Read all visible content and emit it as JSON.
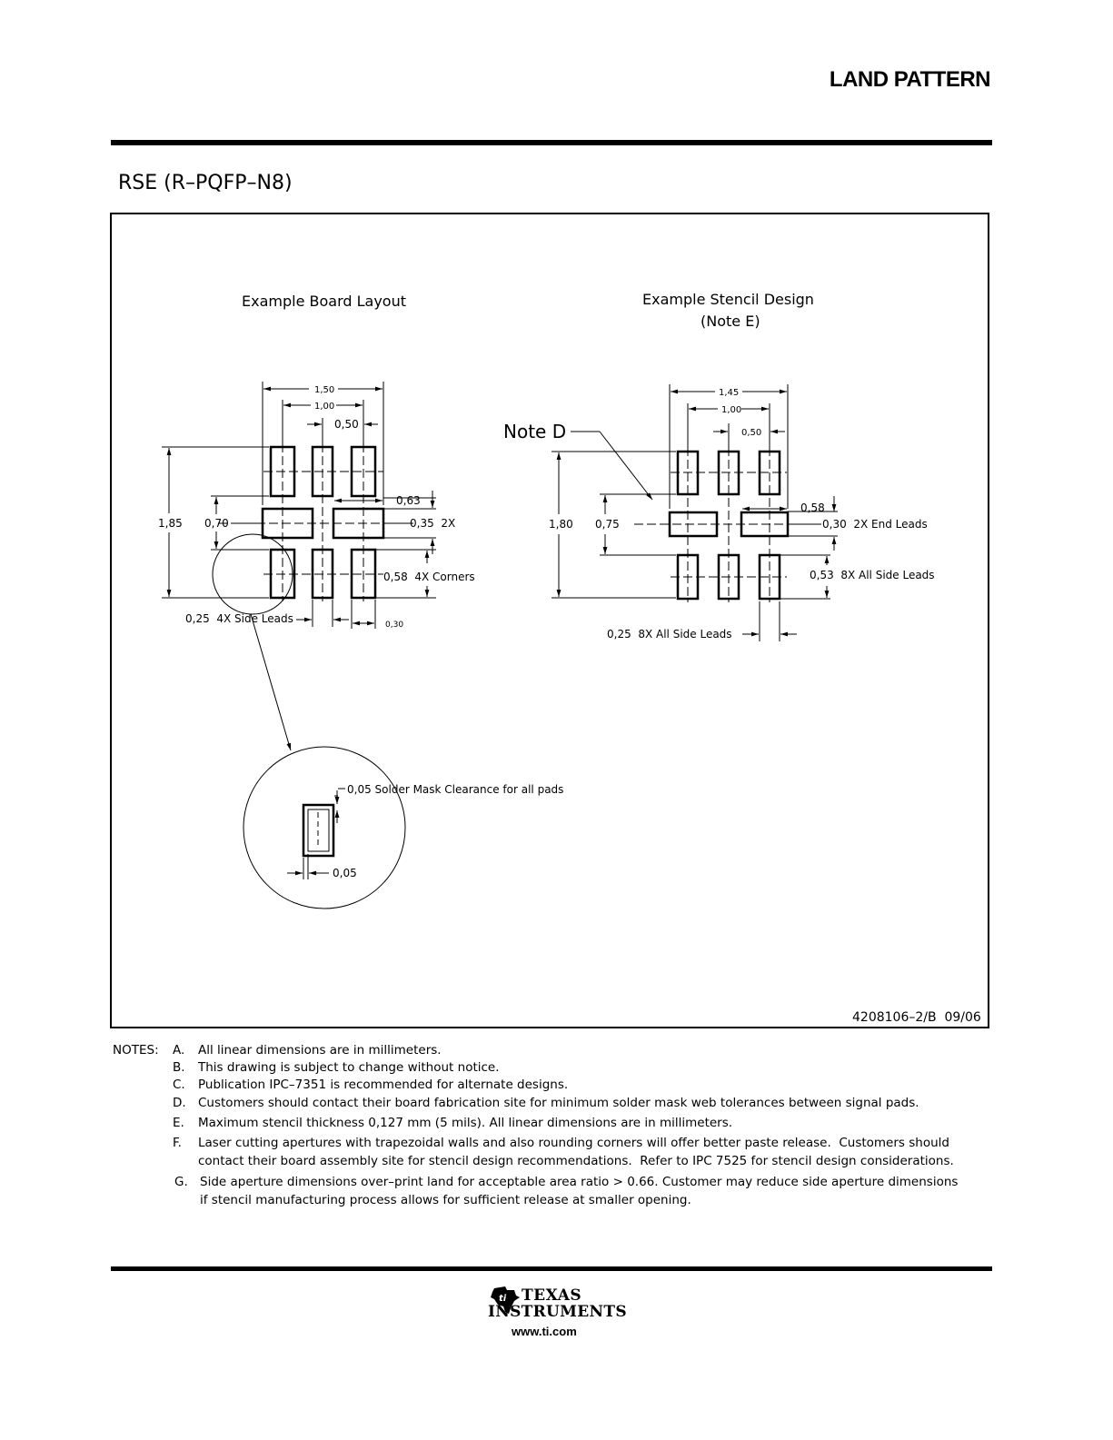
{
  "header": {
    "title": "LAND PATTERN"
  },
  "package": {
    "title": "RSE (R–PQFP–N8)"
  },
  "board_layout": {
    "title": "Example Board Layout",
    "dim_width_overall": "1,50",
    "dim_pitch_span": "1,00",
    "dim_pitch": "0,50",
    "dim_height_overall": "1,85",
    "dim_center_gap": "0,70",
    "dim_end_pad_length": "0,63",
    "dim_end_pad_width": "0,35  2X",
    "dim_corner_height": "0,58  4X Corners",
    "dim_side_lead_width": "0,25  4X Side Leads",
    "dim_pad_width": "0,30"
  },
  "detail": {
    "mask_clearance": "0,05 Solder Mask Clearance for all pads",
    "mask_clearance_h": "0,05"
  },
  "stencil": {
    "title": "Example Stencil Design",
    "subtitle": "(Note E)",
    "note_d": "Note D",
    "dim_width_overall": "1,45",
    "dim_pitch_span": "1,00",
    "dim_pitch": "0,50",
    "dim_height_overall": "1,80",
    "dim_center_gap": "0,75",
    "dim_end_lead_length": "0,58",
    "dim_end_lead_width": "0,30  2X End Leads",
    "dim_side_lead_height": "0,53  8X All Side Leads",
    "dim_side_lead_width": "0,25  8X All Side Leads"
  },
  "drawing_number": "4208106–2/B  09/06",
  "notes": {
    "label": "NOTES:",
    "items": [
      {
        "letter": "A.",
        "text": "All linear dimensions are in millimeters."
      },
      {
        "letter": "B.",
        "text": "This drawing is subject to change without notice."
      },
      {
        "letter": "C.",
        "text": "Publication IPC–7351 is recommended for alternate designs."
      },
      {
        "letter": "D.",
        "text": "Customers should contact their board fabrication site for minimum solder mask web tolerances between signal pads."
      },
      {
        "letter": "E.",
        "text": "Maximum stencil thickness 0,127 mm (5 mils). All linear dimensions are in millimeters."
      },
      {
        "letter": "F.",
        "text": "Laser cutting apertures with trapezoidal walls and also rounding corners will offer better paste release.  Customers should"
      },
      {
        "letter": "",
        "text": "contact their board assembly site for stencil design recommendations.  Refer to IPC 7525 for stencil design considerations."
      },
      {
        "letter": "G.",
        "text": "Side aperture dimensions over–print land for acceptable area ratio > 0.66. Customer may reduce side aperture dimensions"
      },
      {
        "letter": "",
        "text": "if stencil manufacturing process allows for sufficient release at smaller opening."
      }
    ]
  },
  "footer": {
    "logo_line1": "TEXAS",
    "logo_line2": "INSTRUMENTS",
    "url": "www.ti.com",
    "logo_icon": "ti-logo-icon"
  }
}
